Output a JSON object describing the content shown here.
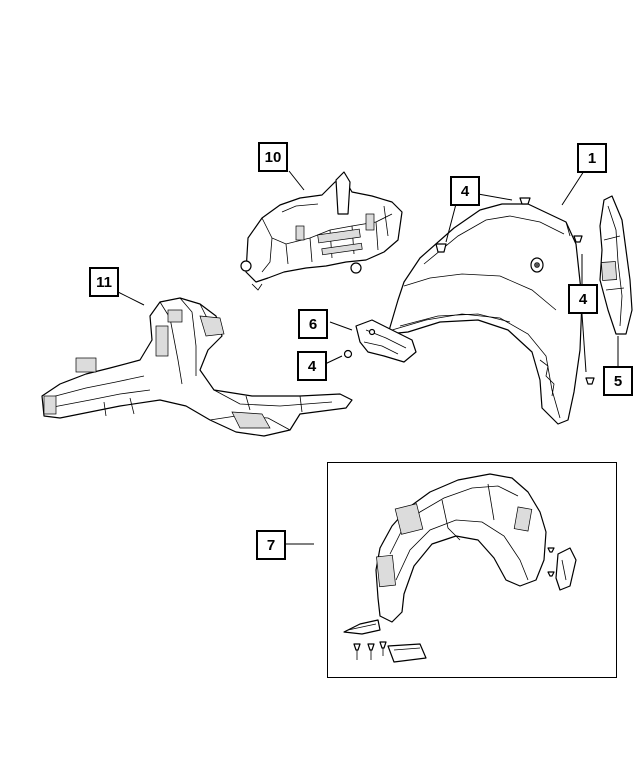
{
  "callouts": {
    "c1": "1",
    "c4a": "4",
    "c4b": "4",
    "c4c": "4",
    "c5": "5",
    "c6": "6",
    "c7": "7",
    "c10": "10",
    "c11": "11"
  }
}
